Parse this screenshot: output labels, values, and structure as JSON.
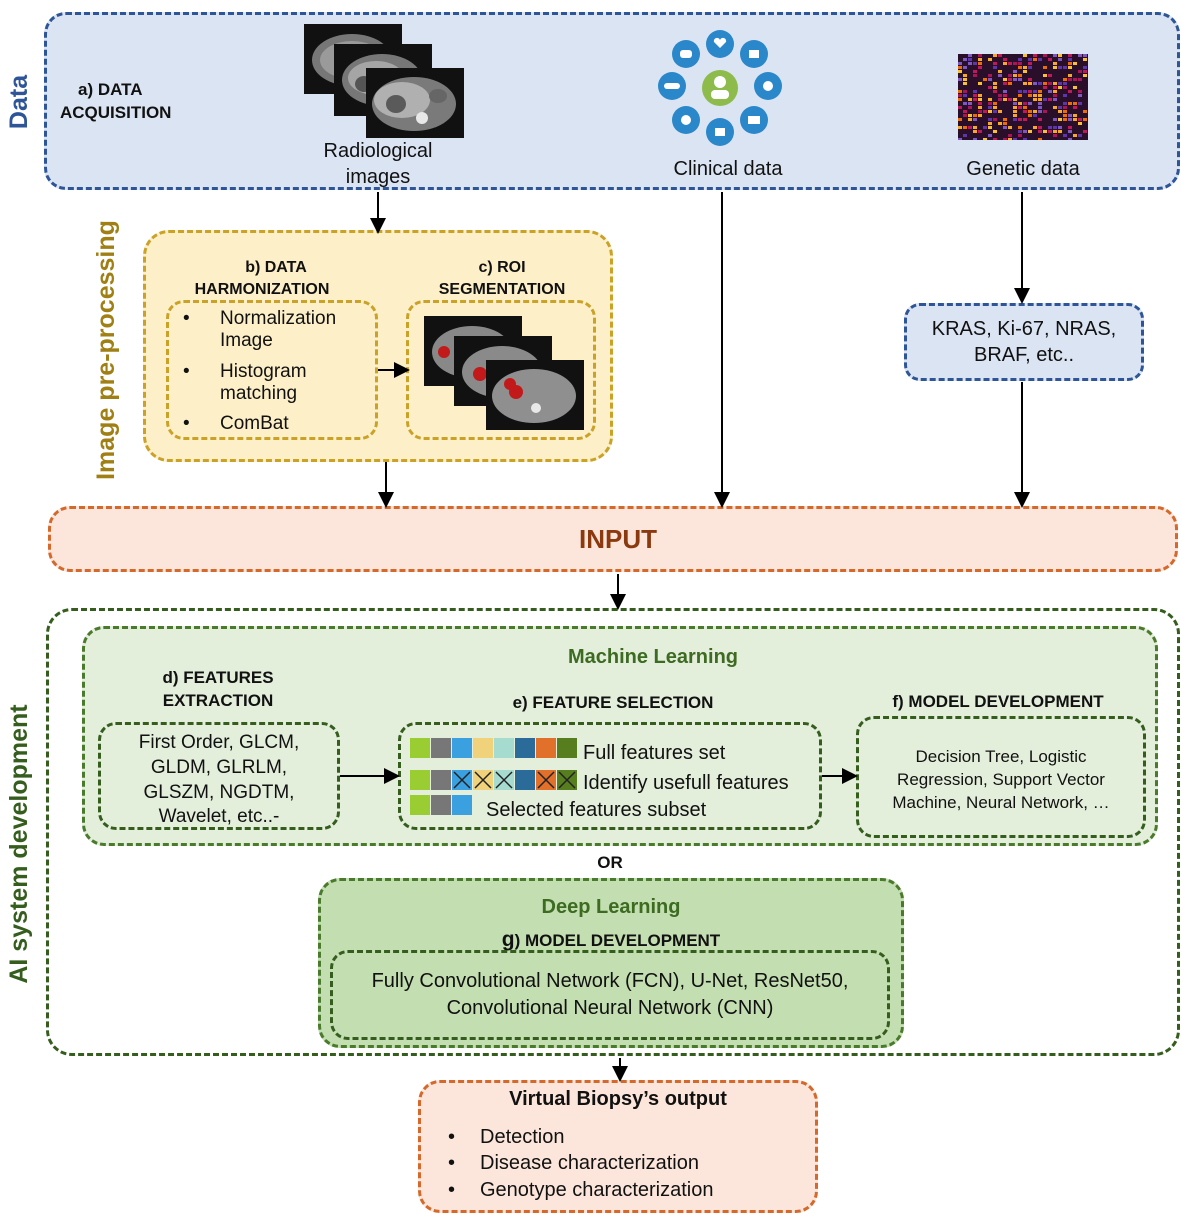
{
  "colors": {
    "data_blue": "#2e5597",
    "data_fill": "#dbe4f3",
    "preproc_gold": "#c9a227",
    "preproc_fill": "#fdf0c8",
    "preproc_text": "#8a6d10",
    "input_orange": "#d4692b",
    "input_fill": "#fce6db",
    "input_text": "#8b3a10",
    "ai_green": "#355e1e",
    "ml_fill": "#e3eedb",
    "dl_fill": "#c3deb0"
  },
  "sections": {
    "data": "Data",
    "preproc": "Image pre-processing",
    "ai": "AI system development"
  },
  "data_acquisition": {
    "title_line1": "a)    DATA",
    "title_line2": "ACQUISITION",
    "radiological_line1": "Radiological",
    "radiological_line2": "images",
    "clinical": "Clinical data",
    "genetic": "Genetic data"
  },
  "harmonization": {
    "title_line1": "b) DATA",
    "title_line2": "HARMONIZATION",
    "items": [
      "Normalization Image",
      "Histogram matching",
      "ComBat"
    ]
  },
  "segmentation": {
    "title_line1": "c) ROI",
    "title_line2": "SEGMENTATION"
  },
  "genes": {
    "line1": "KRAS, Ki-67, NRAS,",
    "line2": "BRAF, etc.."
  },
  "input": {
    "label": "INPUT"
  },
  "ml": {
    "title": "Machine Learning",
    "features_extraction": {
      "title_line1": "d) FEATURES",
      "title_line2": "EXTRACTION",
      "line1": "First Order, GLCM,",
      "line2": "GLDM, GLRLM,",
      "line3": "GLSZM, NGDTM,",
      "line4": "Wavelet, etc..-"
    },
    "feature_selection": {
      "title": "e) FEATURE SELECTION",
      "full": "Full features set",
      "identify": "Identify usefull features",
      "selected": "Selected features subset",
      "swatches": [
        "#9acd32",
        "#777777",
        "#3aa0e0",
        "#f0d27a",
        "#a6dcd0",
        "#2b6b9a",
        "#e0702a",
        "#567d1e"
      ]
    },
    "model_dev": {
      "title": "f) MODEL DEVELOPMENT",
      "line1": "Decision Tree, Logistic",
      "line2": "Regression, Support Vector",
      "line3": "Machine, Neural Network, …"
    }
  },
  "or_label": "OR",
  "dl": {
    "title": "Deep Learning",
    "subtitle_g": "g",
    "subtitle_rest": ") MODEL DEVELOPMENT",
    "line1": "Fully Convolutional Network (FCN), U-Net, ResNet50,",
    "line2": "Convolutional Neural Network (CNN)"
  },
  "output": {
    "title": "Virtual Biopsy’s output",
    "items": [
      "Detection",
      "Disease characterization",
      "Genotype characterization"
    ]
  }
}
